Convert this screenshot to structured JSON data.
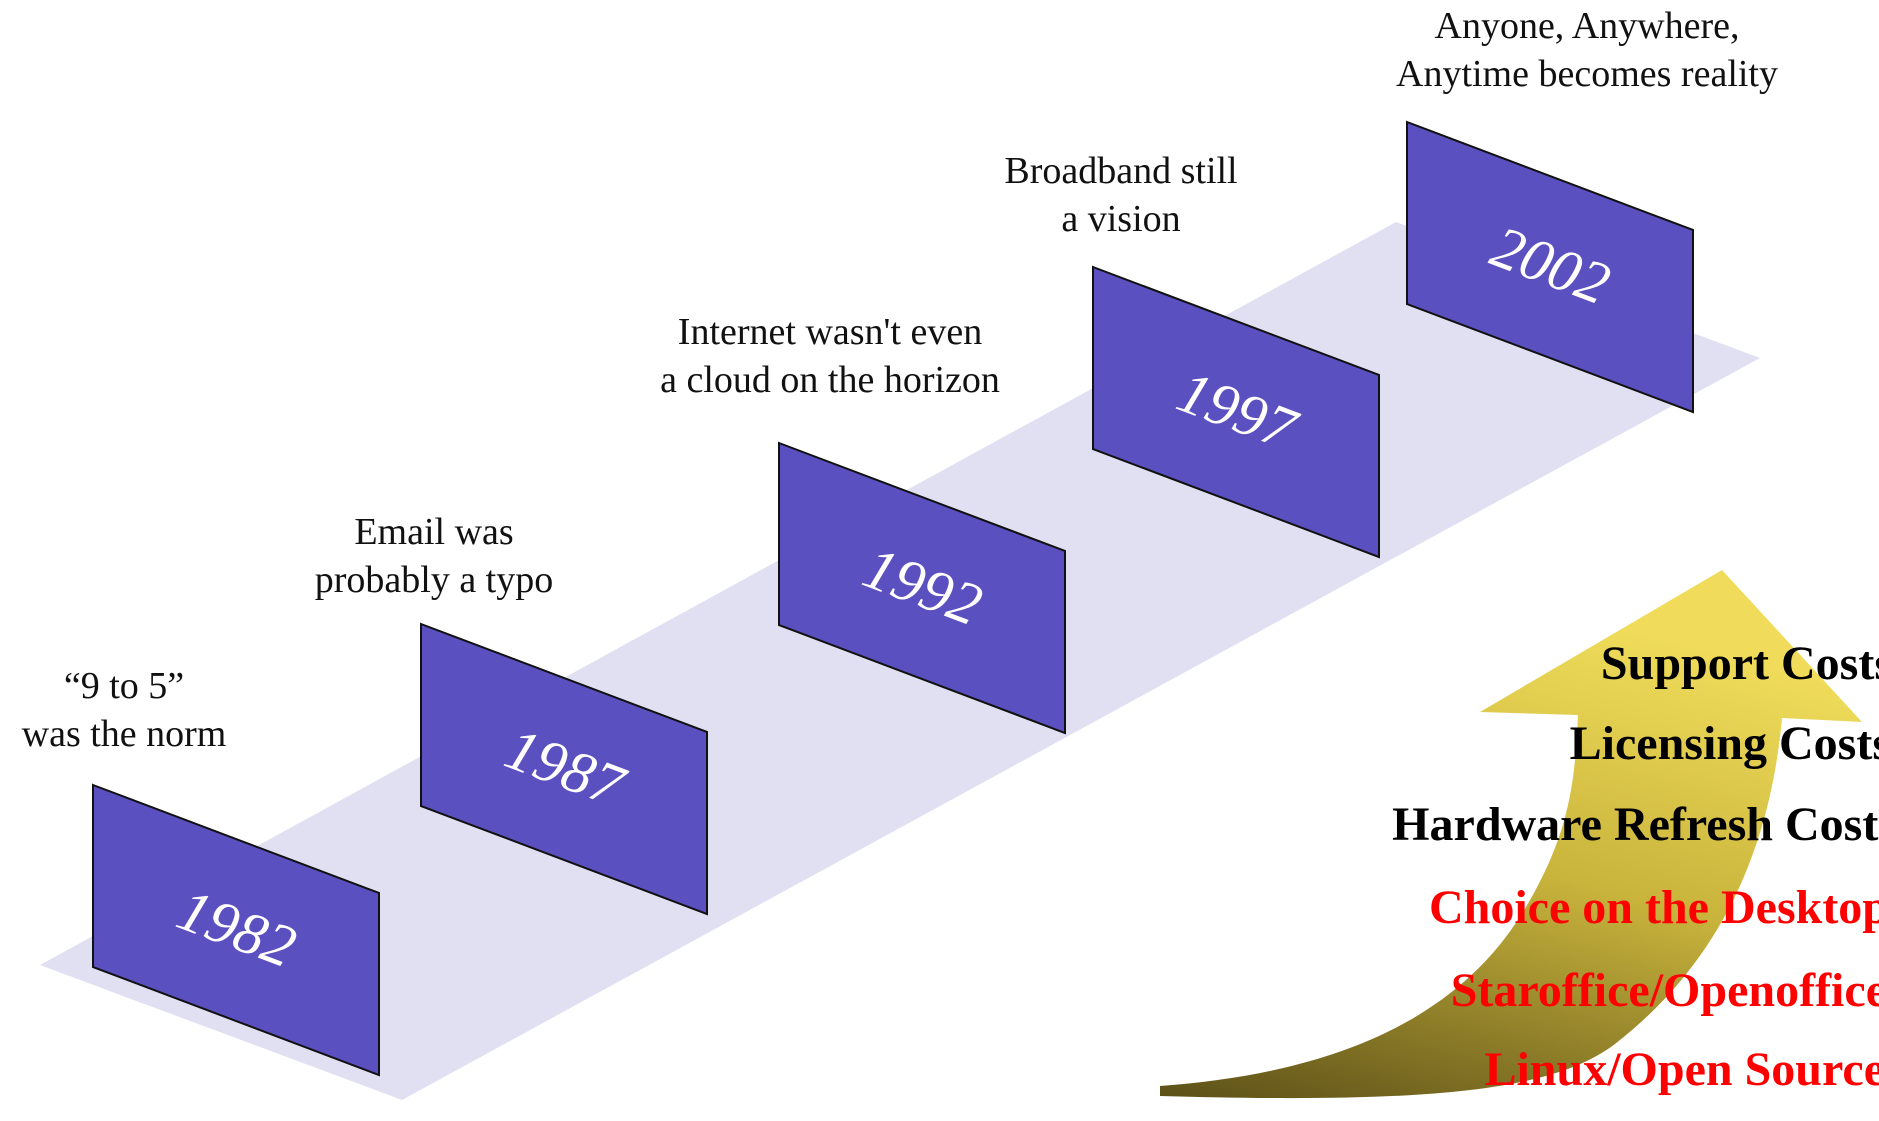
{
  "milestones": [
    {
      "year": "1982",
      "caption": [
        "“9 to 5”",
        "was the norm"
      ]
    },
    {
      "year": "1987",
      "caption": [
        "Email was",
        "probably a typo"
      ]
    },
    {
      "year": "1992",
      "caption": [
        "Internet wasn't even",
        "a cloud on the horizon"
      ]
    },
    {
      "year": "1997",
      "caption": [
        "Broadband still",
        "a vision"
      ]
    },
    {
      "year": "2002",
      "caption": [
        "Anyone, Anywhere,",
        "Anytime becomes reality"
      ]
    }
  ],
  "arrow_items": [
    {
      "text": "Support Costs",
      "color": "#000000"
    },
    {
      "text": "Licensing Costs",
      "color": "#000000"
    },
    {
      "text": "Hardware Refresh Costs",
      "color": "#000000"
    },
    {
      "text": "Choice on the Desktop",
      "color": "#ff0000"
    },
    {
      "text": "Staroffice/Openoffice",
      "color": "#ff0000"
    },
    {
      "text": "Linux/Open Source",
      "color": "#ff0000"
    }
  ],
  "colors": {
    "panel": "#5b50c0",
    "panel_stroke": "#111111",
    "road": "#e0e0f2",
    "arrow_light": "#f0dc5a",
    "arrow_dark": "#5c5018"
  }
}
